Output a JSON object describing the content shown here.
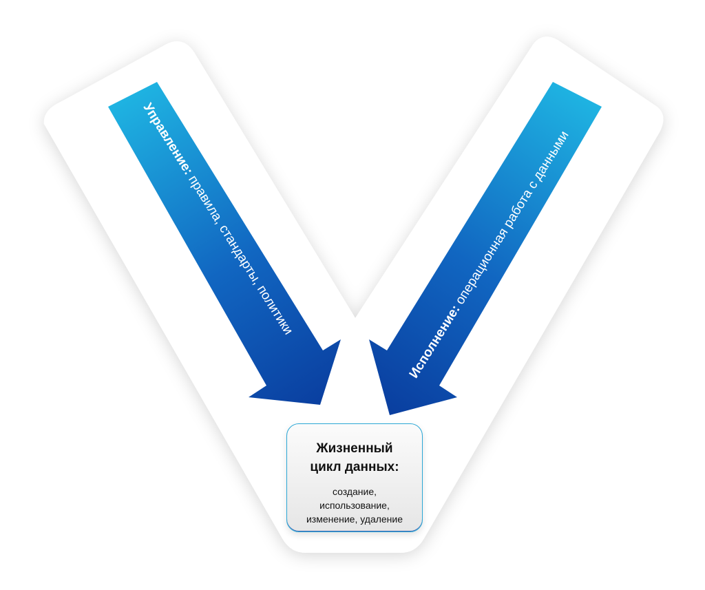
{
  "diagram": {
    "arrows": {
      "governance": {
        "lead": "Управление:",
        "text": " правила, стандарты, политики"
      },
      "execution": {
        "lead": "Исполнение:",
        "text": " операционная работа с данными"
      }
    },
    "lifecycle": {
      "title": "Жизненный\nцикл данных:",
      "description": "создание,\nиспользование,\nизменение, удаление"
    }
  },
  "colors": {
    "arrow_light": "#1fb4e2",
    "arrow_dark": "#0a3fa0",
    "box_border": "#2aa7d6"
  }
}
